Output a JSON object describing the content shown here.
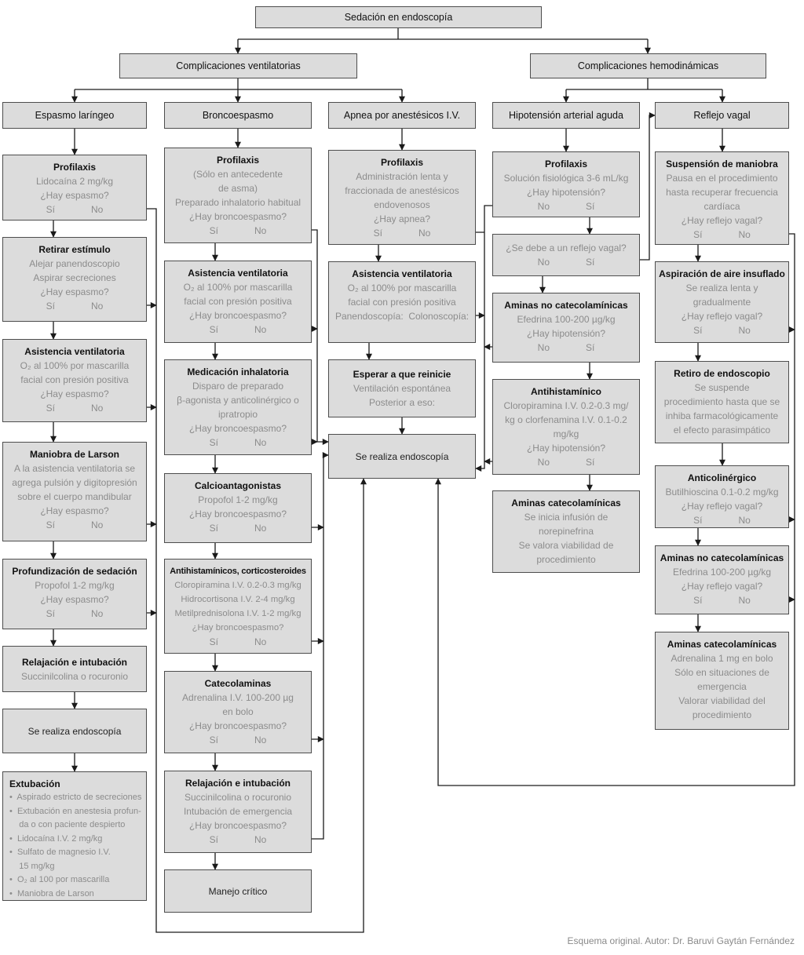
{
  "title": "Sedación en endoscopía",
  "credit": "Esquema original. Autor: Dr. Baruvi Gaytán Fernández",
  "branches": [
    {
      "label": "Complicaciones ventilatorias"
    },
    {
      "label": "Complicaciones hemodinámicas"
    }
  ],
  "columns": [
    {
      "header": "Espasmo laríngeo",
      "boxes": [
        {
          "title": "Profilaxis",
          "body": "Lidocaína 2 mg/kg\n¿Hay espasmo?",
          "answers": [
            "Sí",
            "No"
          ]
        },
        {
          "title": "Retirar estímulo",
          "body": "Alejar panendoscopio\nAspirar secreciones\n¿Hay espasmo?",
          "answers": [
            "Sí",
            "No"
          ]
        },
        {
          "title": "Asistencia ventilatoria",
          "body": "O₂ al 100% por mascarilla\nfacial con presión positiva\n¿Hay espasmo?",
          "answers": [
            "Sí",
            "No"
          ]
        },
        {
          "title": "Maniobra de Larson",
          "body": "A la asistencia ventilatoria se\nagrega pulsión y digitopresión\nsobre el cuerpo mandibular\n¿Hay espasmo?",
          "answers": [
            "Sí",
            "No"
          ]
        },
        {
          "title": "Profundización de sedación",
          "body": "Propofol 1-2 mg/kg\n¿Hay espasmo?",
          "answers": [
            "Sí",
            "No"
          ]
        },
        {
          "title": "Relajación e intubación",
          "body": "Succinilcolina o rocuronio"
        },
        {
          "title": "Se realiza endoscopía"
        },
        {
          "title": "Extubación",
          "body": "•  Aspirado estricto de secreciones\n•  Extubación en anestesia profun-\n    da o con paciente despierto\n•  Lidocaína I.V. 2 mg/kg\n•  Sulfato de magnesio I.V.\n    15 mg/kg\n•  O₂ al 100 por mascarilla\n•  Maniobra de Larson"
        }
      ]
    },
    {
      "header": "Broncoespasmo",
      "boxes": [
        {
          "title": "Profilaxis",
          "body": "(Sólo en antecedente\nde asma)\nPreparado inhalatorio habitual\n¿Hay broncoespasmo?",
          "answers": [
            "Sí",
            "No"
          ]
        },
        {
          "title": "Asistencia ventilatoria",
          "body": "O₂ al 100% por mascarilla\nfacial con presión positiva\n¿Hay broncoespasmo?",
          "answers": [
            "Sí",
            "No"
          ]
        },
        {
          "title": "Medicación inhalatoria",
          "body": "Disparo de preparado\nβ-agonista y anticolinérgico o\nipratropio\n¿Hay broncoespasmo?",
          "answers": [
            "Sí",
            "No"
          ]
        },
        {
          "title": "Calcioantagonistas",
          "body": "Propofol 1-2 mg/kg\n¿Hay broncoespasmo?",
          "answers": [
            "Sí",
            "No"
          ]
        },
        {
          "title": "Antihistamínicos, corticosteroides",
          "body": "Cloropiramina I.V. 0.2-0.3 mg/kg\nHidrocortisona I.V. 2-4 mg/kg\nMetilprednisolona I.V. 1-2 mg/kg\n¿Hay broncoespasmo?",
          "answers": [
            "Sí",
            "No"
          ]
        },
        {
          "title": "Catecolaminas",
          "body": "Adrenalina I.V. 100-200 µg\nen bolo\n¿Hay broncoespasmo?",
          "answers": [
            "Sí",
            "No"
          ]
        },
        {
          "title": "Relajación e intubación",
          "body": "Succinilcolina o rocuronio\nIntubación de emergencia\n¿Hay broncoespasmo?",
          "answers": [
            "Sí",
            "No"
          ]
        },
        {
          "title": "Manejo crítico"
        }
      ]
    },
    {
      "header": "Apnea por anestésicos I.V.",
      "boxes": [
        {
          "title": "Profilaxis",
          "body": "Administración lenta y\nfraccionada de anestésicos\nendovenosos\n¿Hay apnea?",
          "answers": [
            "Sí",
            "No"
          ]
        },
        {
          "title": "Asistencia ventilatoria",
          "body": "O₂ al 100% por mascarilla\nfacial con presión positiva\nPanendoscopía:  Colonoscopía:"
        },
        {
          "title": "Esperar a que reinicie",
          "body": "Ventilación espontánea\nPosterior a eso:"
        },
        {
          "title": "Se realiza endoscopía"
        }
      ]
    },
    {
      "header": "Hipotensión arterial aguda",
      "boxes": [
        {
          "title": "Profilaxis",
          "body": "Solución fisiológica 3-6 mL/kg\n¿Hay hipotensión?",
          "answers": [
            "No",
            "Sí"
          ]
        },
        {
          "title": "",
          "body": "¿Se debe a un reflejo vagal?",
          "answers": [
            "No",
            "Sí"
          ]
        },
        {
          "title": "Aminas no catecolamínicas",
          "body": "Efedrina 100-200 µg/kg\n¿Hay hipotensión?",
          "answers": [
            "No",
            "Sí"
          ]
        },
        {
          "title": "Antihistamínico",
          "body": "Cloropiramina I.V. 0.2-0.3 mg/\nkg o clorfenamina I.V. 0.1-0.2\nmg/kg\n¿Hay hipotensión?",
          "answers": [
            "No",
            "Sí"
          ]
        },
        {
          "title": "Aminas catecolamínicas",
          "body": "Se inicia infusión de\nnorepinefrina\nSe valora viabilidad de\nprocedimiento"
        }
      ]
    },
    {
      "header": "Reflejo vagal",
      "boxes": [
        {
          "title": "Suspensión de maniobra",
          "body": "Pausa en el procedimiento\nhasta recuperar frecuencia\ncardíaca\n¿Hay reflejo vagal?",
          "answers": [
            "Sí",
            "No"
          ]
        },
        {
          "title": "Aspiración de aire insuflado",
          "body": "Se realiza lenta y\ngradualmente\n¿Hay reflejo vagal?",
          "answers": [
            "Sí",
            "No"
          ]
        },
        {
          "title": "Retiro de endoscopio",
          "body": "Se suspende\nprocedimiento hasta que se\ninhiba farmacológicamente\nel efecto parasimpático"
        },
        {
          "title": "Anticolinérgico",
          "body": "Butilhioscina 0.1-0.2 mg/kg\n¿Hay reflejo vagal?",
          "answers": [
            "Sí",
            "No"
          ]
        },
        {
          "title": "Aminas no catecolamínicas",
          "body": "Efedrina 100-200 µg/kg\n¿Hay reflejo vagal?",
          "answers": [
            "Sí",
            "No"
          ]
        },
        {
          "title": "Aminas catecolamínicas",
          "body": "Adrenalina 1 mg en bolo\nSólo en situaciones de\nemergencia\nValorar viabilidad del\nprocedimiento"
        }
      ]
    }
  ]
}
